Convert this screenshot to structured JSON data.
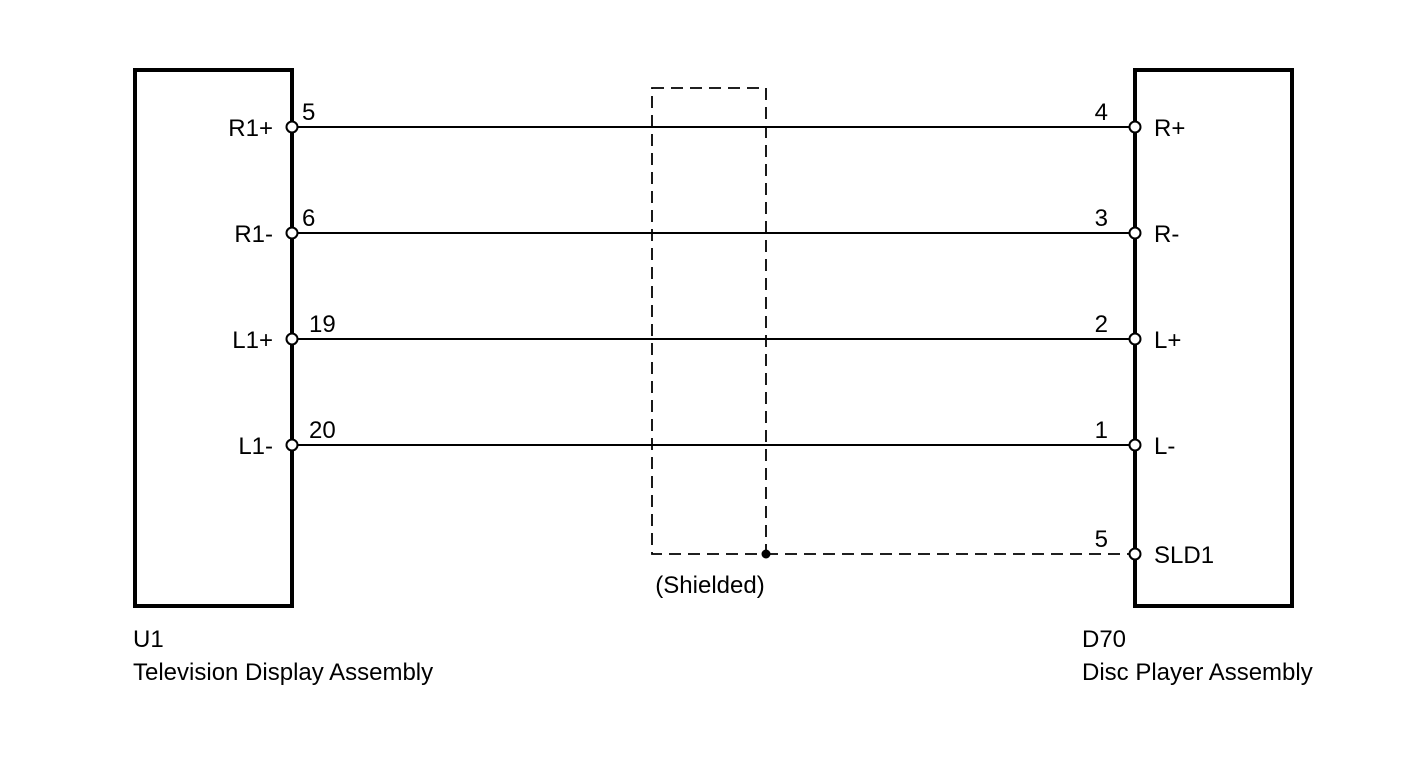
{
  "left_component": {
    "id": "U1",
    "name": "Television Display Assembly",
    "pins": [
      {
        "signal": "R1+",
        "pin": "5"
      },
      {
        "signal": "R1-",
        "pin": "6"
      },
      {
        "signal": "L1+",
        "pin": "19"
      },
      {
        "signal": "L1-",
        "pin": "20"
      }
    ]
  },
  "right_component": {
    "id": "D70",
    "name": "Disc Player Assembly",
    "pins": [
      {
        "signal": "R+",
        "pin": "4"
      },
      {
        "signal": "R-",
        "pin": "3"
      },
      {
        "signal": "L+",
        "pin": "2"
      },
      {
        "signal": "L-",
        "pin": "1"
      },
      {
        "signal": "SLD1",
        "pin": "5"
      }
    ]
  },
  "shield": {
    "label": "(Shielded)"
  },
  "colors": {
    "line": "#000000",
    "background": "#ffffff"
  }
}
